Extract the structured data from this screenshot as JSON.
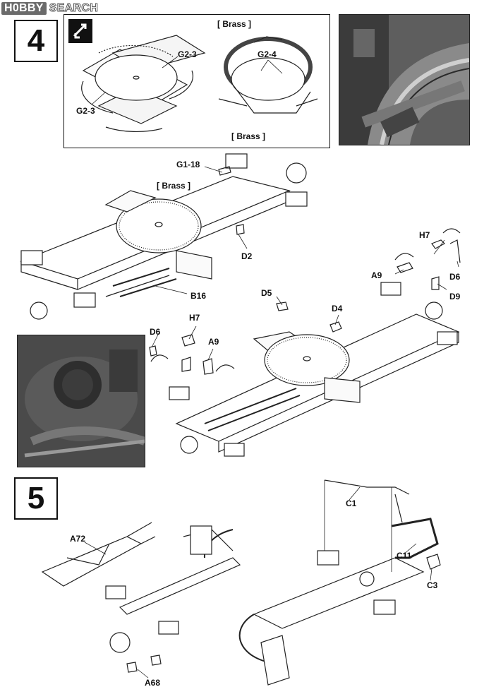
{
  "watermark": {
    "brand": "H0BBY",
    "service": "SEARCH"
  },
  "steps": [
    {
      "number": "4"
    },
    {
      "number": "5"
    }
  ],
  "labels": {
    "g2_3_top": "G2-3",
    "g2_3_left": "G2-3",
    "brass_top": "[ Brass ]",
    "g2_4": "G2-4",
    "brass_bottom": "[ Brass ]",
    "g1_18": "G1-18",
    "brass_mid": "[ Brass ]",
    "d2": "D2",
    "h7_right": "H7",
    "d6_right": "D6",
    "a9_right": "A9",
    "d9": "D9",
    "b16": "B16",
    "d5": "D5",
    "d4": "D4",
    "d6_left": "D6",
    "h7_left": "H7",
    "a9_left": "A9",
    "c1": "C1",
    "a72": "A72",
    "c11": "C11",
    "c3": "C3",
    "a68": "A68"
  }
}
